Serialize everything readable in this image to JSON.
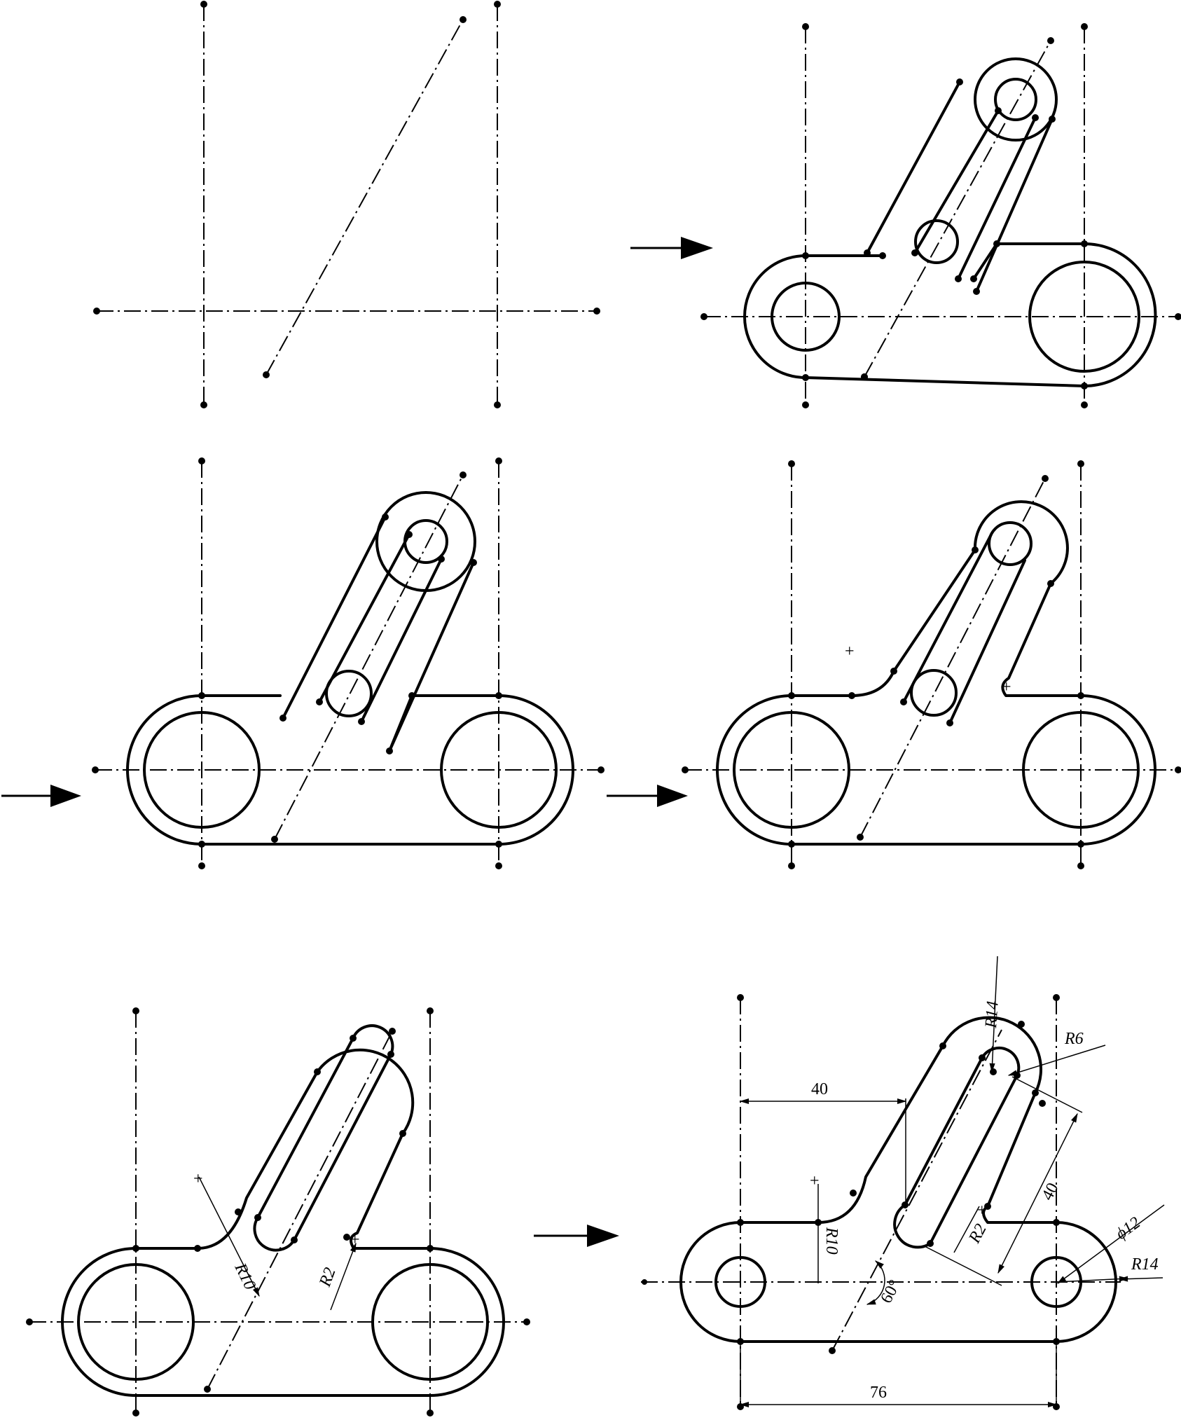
{
  "panels": [
    {
      "id": "step-1"
    },
    {
      "id": "step-2"
    },
    {
      "id": "step-3"
    },
    {
      "id": "step-4"
    },
    {
      "id": "step-5"
    },
    {
      "id": "step-6"
    }
  ],
  "dimensions": {
    "length_top": "40",
    "length_slot": "40",
    "length_bottom": "76",
    "angle": "60°",
    "radius_top_outer": "R14",
    "radius_top_inner": "R6",
    "radius_right": "R14",
    "radius_fillet_left": "R10",
    "radius_fillet_right": "R2",
    "diameter_hole": "ϕ12",
    "step5_fillet_left": "R10",
    "step5_fillet_right": "R2"
  },
  "arrow_color": "#000000",
  "line_color": "#000000",
  "background_color": "#ffffff"
}
